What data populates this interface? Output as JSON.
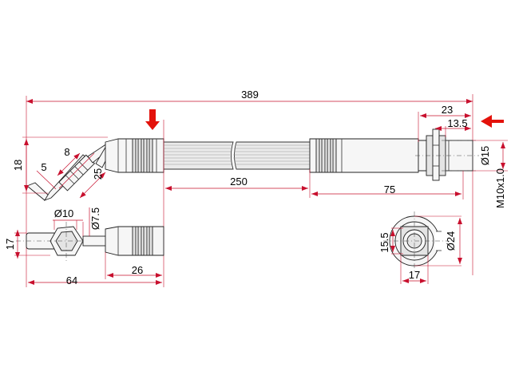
{
  "dimensions": {
    "overall_length": "389",
    "bend_height": "18",
    "bend_offset": "5",
    "bend_width": "8",
    "bend_length": "25",
    "hose_free_length": "250",
    "fitting_length": "75",
    "thread_fitting_length": "23",
    "thread_length": "13.5",
    "thread_diameter": "Ø15",
    "thread_spec": "M10x1.0",
    "eye_outer_diameter": "Ø10",
    "eye_inner_diameter": "Ø7.5",
    "eye_height": "17",
    "eye_total_length": "64",
    "eye_fitting_length": "26",
    "nut_inner_size": "15.5",
    "nut_outer_diameter": "Ø24",
    "nut_width": "17"
  },
  "colors": {
    "dimension_line": "#c8102e",
    "arrow": "#e3120b",
    "outline": "#222222"
  },
  "icons": {
    "left_arrow": "arrow-down-icon",
    "right_arrow": "arrow-left-icon"
  }
}
